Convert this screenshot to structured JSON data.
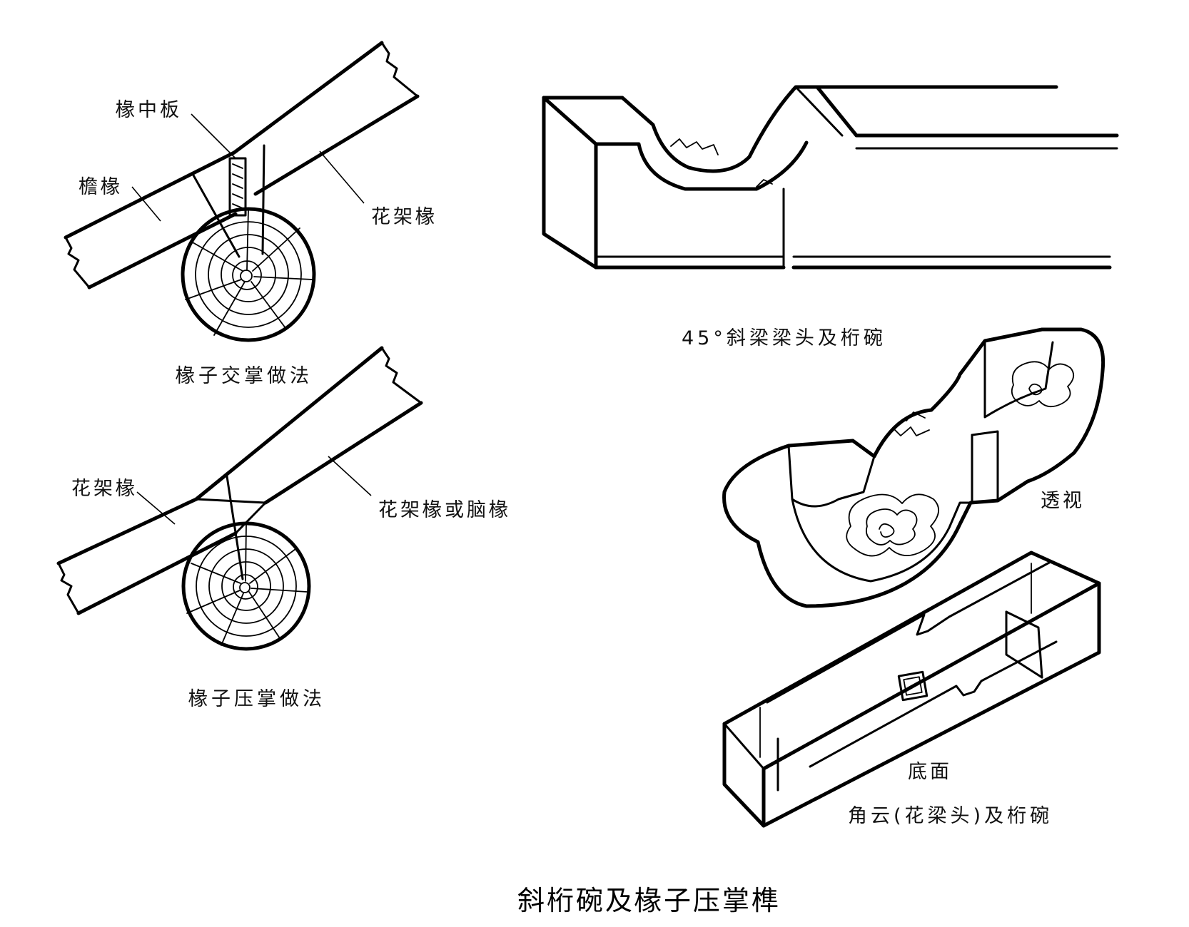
{
  "title": "斜桁碗及椽子压掌榫",
  "left_top": {
    "caption": "椽子交掌做法",
    "labels": {
      "center_board": "椽中板",
      "eave_rafter": "檐椽",
      "flower_rafter": "花架椽"
    }
  },
  "left_bottom": {
    "caption": "椽子压掌做法",
    "labels": {
      "flower_rafter": "花架椽",
      "upper_rafter": "花架椽或脑椽"
    }
  },
  "right_top": {
    "caption": "45°斜梁梁头及桁碗"
  },
  "right_bottom": {
    "view_perspective": "透视",
    "view_bottom": "底面",
    "caption": "角云(花梁头)及桁碗"
  }
}
